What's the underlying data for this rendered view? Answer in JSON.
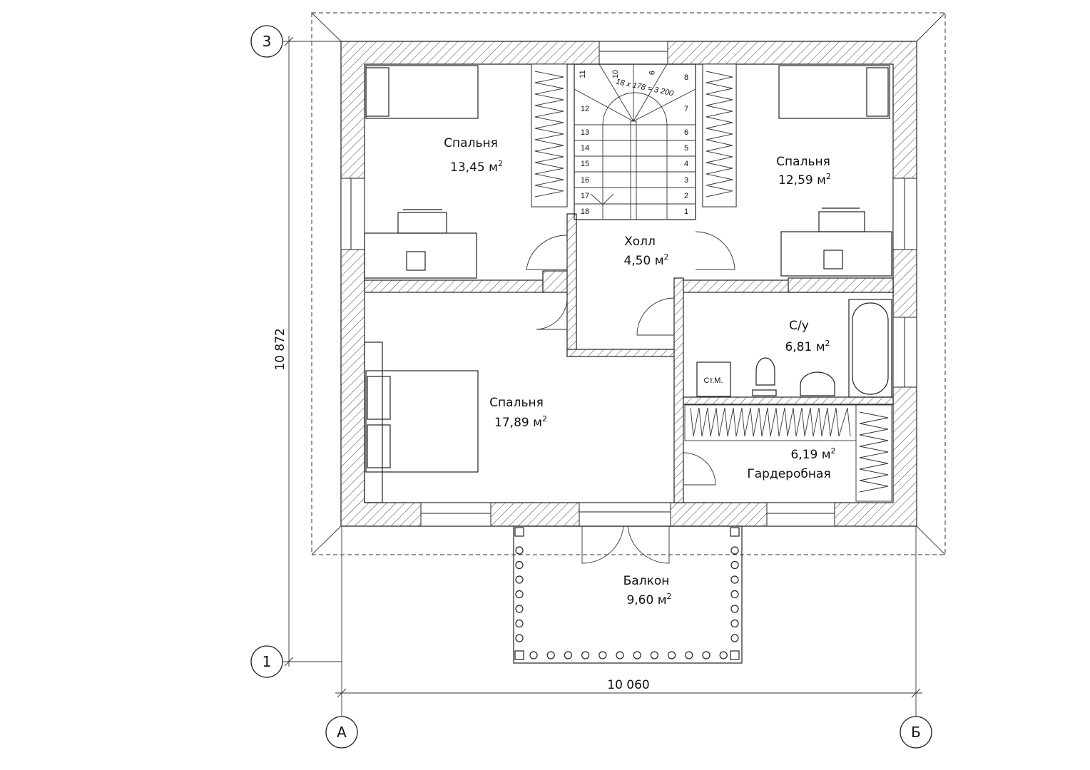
{
  "plan": {
    "unit": "м",
    "unit_sup": "2",
    "rooms": [
      {
        "name": "Спальня",
        "area": "13,45"
      },
      {
        "name": "Спальня",
        "area": "12,59"
      },
      {
        "name": "Холл",
        "area": "4,50"
      },
      {
        "name": "С/у",
        "area": "6,81"
      },
      {
        "name": "Спальня",
        "area": "17,89"
      },
      {
        "name": "Гардеробная",
        "area": "6,19"
      },
      {
        "name": "Балкон",
        "area": "9,60"
      }
    ],
    "stair": {
      "formula": "18 x 178 = 3 200",
      "steps": [
        "1",
        "2",
        "3",
        "4",
        "5",
        "6",
        "7",
        "8",
        "9",
        "10",
        "11",
        "12",
        "13",
        "14",
        "15",
        "16",
        "17",
        "18"
      ]
    },
    "washing_machine": "Ст.М.",
    "axes": {
      "top": "3",
      "bottom": "1",
      "left": "А",
      "right": "Б"
    },
    "dimensions": {
      "vertical": "10 872",
      "horizontal": "10 060"
    }
  }
}
